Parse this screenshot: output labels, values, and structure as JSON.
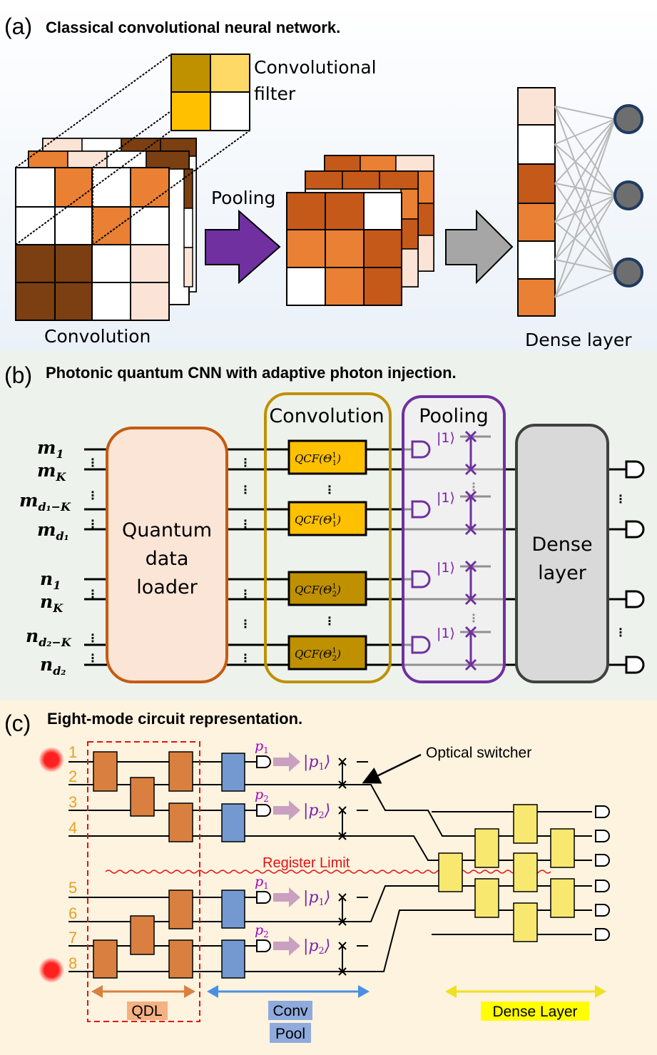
{
  "panel_a": {
    "label": "(a)",
    "title": "Classical convolutional neural network.",
    "filter_label": [
      "Convolutional",
      "filter"
    ],
    "pooling_label": "Pooling",
    "convolution_label": "Convolution",
    "dense_label": "Dense layer",
    "colors": {
      "dark_brown": "#7b3f12",
      "orange": "#e98033",
      "rust": "#c4591a",
      "light_peach": "#fbe3d6",
      "gold_dark": "#bf9000",
      "gold": "#ffc000",
      "light_gold": "#ffd966",
      "pool_arrow": "#7030a0",
      "grey_arrow": "#a6a6a6"
    }
  },
  "panel_b": {
    "label": "(b)",
    "title": "Photonic quantum CNN with adaptive photon injection.",
    "inputs": [
      {
        "base": "m",
        "sub": "1"
      },
      {
        "base": "m",
        "sub": "K"
      },
      {
        "base": "m",
        "sub": "d₁−K"
      },
      {
        "base": "m",
        "sub": "d₁"
      },
      {
        "base": "n",
        "sub": "1"
      },
      {
        "base": "n",
        "sub": "K"
      },
      {
        "base": "n",
        "sub": "d₂−K"
      },
      {
        "base": "n",
        "sub": "d₂"
      }
    ],
    "loader_lines": [
      "Quantum",
      "data",
      "loader"
    ],
    "convolution_title": "Convolution",
    "pooling_title": "Pooling",
    "qcf_blocks": [
      {
        "main": "QCF(Θ",
        "sup": "1",
        "sub": "1",
        "end": ")"
      },
      {
        "main": "QCF(Θ",
        "sup": "1",
        "sub": "1",
        "end": ")"
      },
      {
        "main": "QCF(Θ",
        "sup": "1",
        "sub": "2",
        "end": ")"
      },
      {
        "main": "QCF(Θ",
        "sup": "1",
        "sub": "2",
        "end": ")"
      }
    ],
    "ket": "|1⟩",
    "dense_lines": [
      "Dense",
      "layer"
    ],
    "colors": {
      "panel_bg": "#edf3ec",
      "loader_fill": "#fbe5d6",
      "loader_border": "#c55a11",
      "conv_border": "#bf9000",
      "qcf_gold": "#ffc000",
      "qcf_dark": "#bf9000",
      "pool_border": "#7030a0",
      "pool_fill": "#f1eef3",
      "dense_fill": "#d9d9d9",
      "dense_border": "#404040"
    }
  },
  "panel_c": {
    "label": "(c)",
    "title": "Eight-mode circuit representation.",
    "modes": [
      "1",
      "2",
      "3",
      "4",
      "5",
      "6",
      "7",
      "8"
    ],
    "p_labels": [
      {
        "base": "p",
        "sub": "1"
      },
      {
        "base": "p",
        "sub": "2"
      },
      {
        "base": "p",
        "sub": "1"
      },
      {
        "base": "p",
        "sub": "2"
      }
    ],
    "switcher_label": "Optical switcher",
    "register_limit": "Register Limit",
    "qdl_label": "QDL",
    "conv_label": "Conv",
    "pool_label": "Pool",
    "dense_label": "Dense Layer",
    "colors": {
      "panel_bg": "#fdf3df",
      "gate_orange": "#d98040",
      "gate_blue": "#7399d0",
      "gate_yellow": "#f8e870",
      "photon_red": "#ff1010",
      "mode_text": "#e8a020",
      "register_red": "#e81010",
      "qdl_arrow": "#d98040",
      "conv_arrow": "#4a90e2",
      "dense_arrow": "#f0e020",
      "qdl_label_bg": "#f4b183",
      "conv_label_bg": "#8faadc",
      "dense_label_bg": "#ffff00",
      "injection_arrow": "#c9a0c0"
    }
  }
}
